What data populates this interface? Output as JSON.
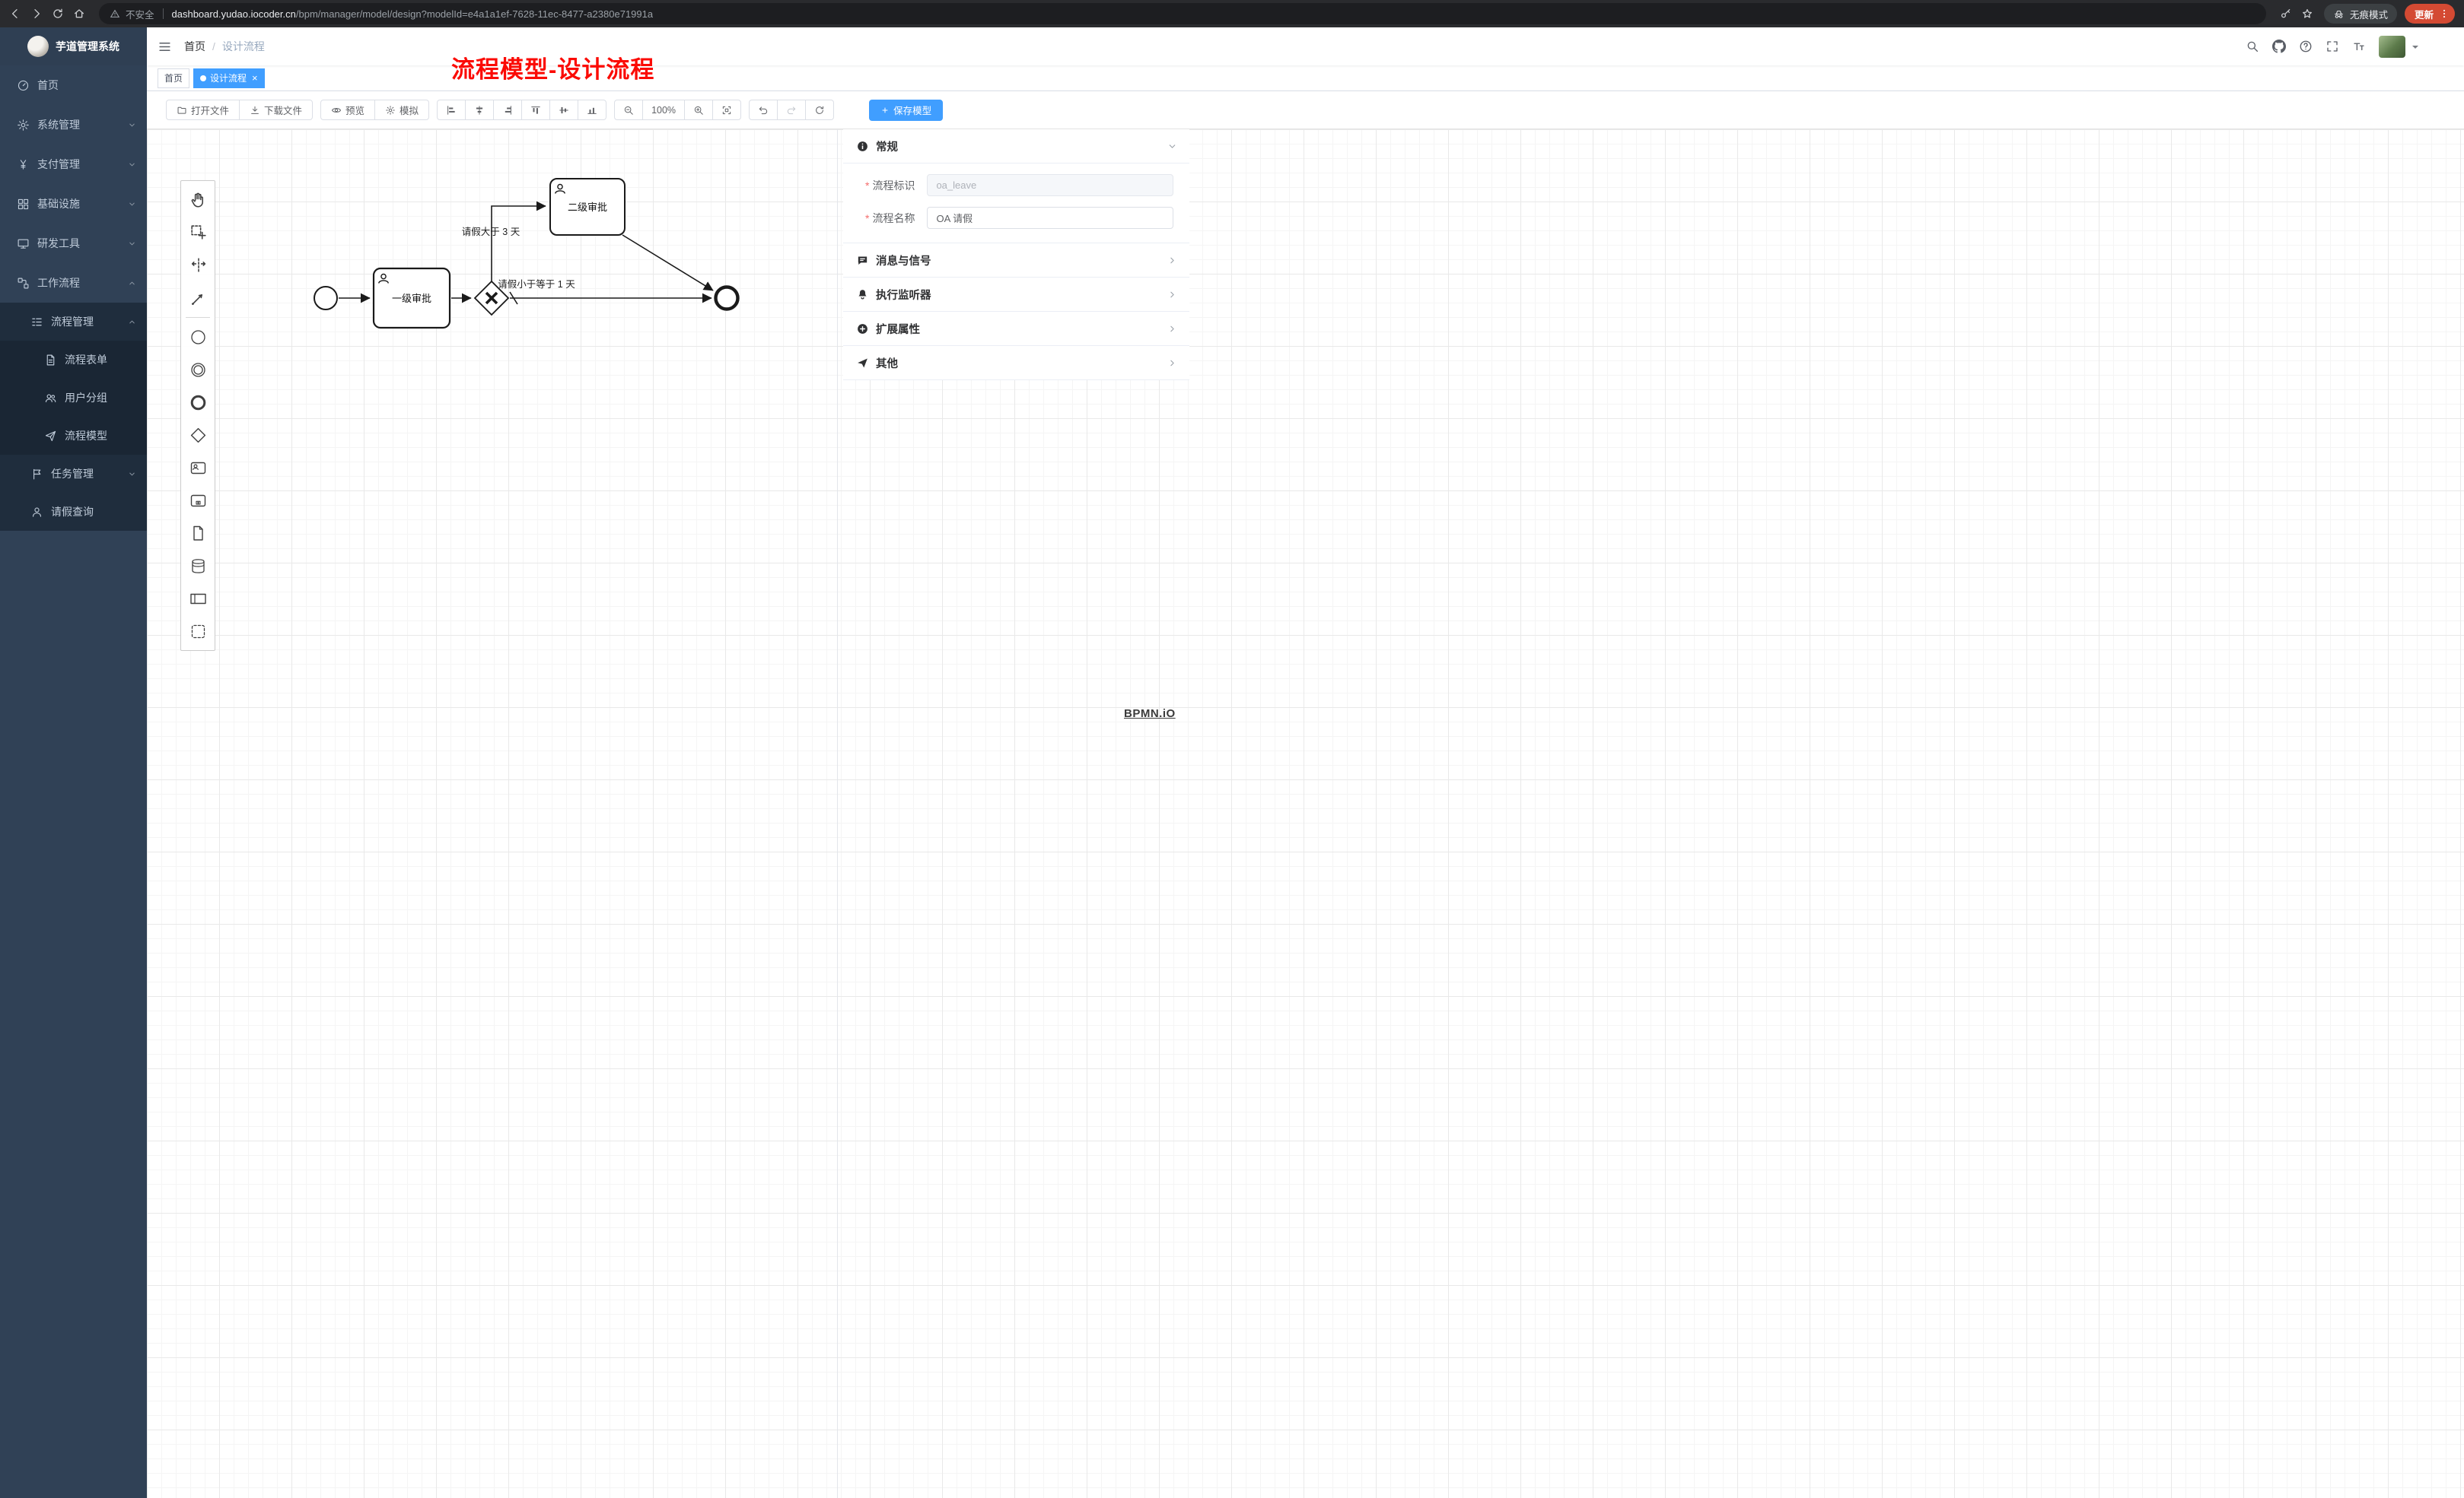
{
  "browser": {
    "security_label": "不安全",
    "url_host": "dashboard.yudao.iocoder.cn",
    "url_path": "/bpm/manager/model/design?modelId=e4a1a1ef-7628-11ec-8477-a2380e71991a",
    "incognito_label": "无痕模式",
    "update_label": "更新"
  },
  "sidebar": {
    "logo_title": "芋道管理系统",
    "items": [
      {
        "label": "首页",
        "icon": "dashboard-icon"
      },
      {
        "label": "系统管理",
        "icon": "gear-icon"
      },
      {
        "label": "支付管理",
        "icon": "yen-icon"
      },
      {
        "label": "基础设施",
        "icon": "infrastructure-icon"
      },
      {
        "label": "研发工具",
        "icon": "dev-tools-icon"
      },
      {
        "label": "工作流程",
        "icon": "workflow-icon",
        "children": [
          {
            "label": "流程管理",
            "icon": "process-list-icon",
            "children": [
              {
                "label": "流程表单",
                "icon": "form-icon"
              },
              {
                "label": "用户分组",
                "icon": "user-group-icon"
              },
              {
                "label": "流程模型",
                "icon": "paper-plane-icon"
              }
            ]
          },
          {
            "label": "任务管理",
            "icon": "flag-icon"
          },
          {
            "label": "请假查询",
            "icon": "person-icon"
          }
        ]
      }
    ]
  },
  "header": {
    "breadcrumb_home": "首页",
    "breadcrumb_sep": "/",
    "breadcrumb_current": "设计流程"
  },
  "tabs": {
    "home": "首页",
    "current": "设计流程",
    "close_glyph": "×"
  },
  "annotation": "流程模型-设计流程",
  "toolbar": {
    "open": "打开文件",
    "download": "下载文件",
    "preview": "预览",
    "simulate": "模拟",
    "zoom_level": "100%",
    "save": "保存模型"
  },
  "diagram": {
    "task_first": "一级审批",
    "task_second": "二级审批",
    "condition_gt": "请假大于 3 天",
    "condition_le": "请假小于等于 1 天"
  },
  "panel": {
    "section_general": "常规",
    "required_mark": "*",
    "field_key_label": "流程标识",
    "field_key_value": "oa_leave",
    "field_name_label": "流程名称",
    "field_name_value": "OA 请假",
    "section_message": "消息与信号",
    "section_listener": "执行监听器",
    "section_ext": "扩展属性",
    "section_other": "其他"
  },
  "watermark": "BPMN.iO",
  "colors": {
    "primary": "#409eff",
    "sidebar_bg": "#304156",
    "annotation": "#ff0000"
  }
}
